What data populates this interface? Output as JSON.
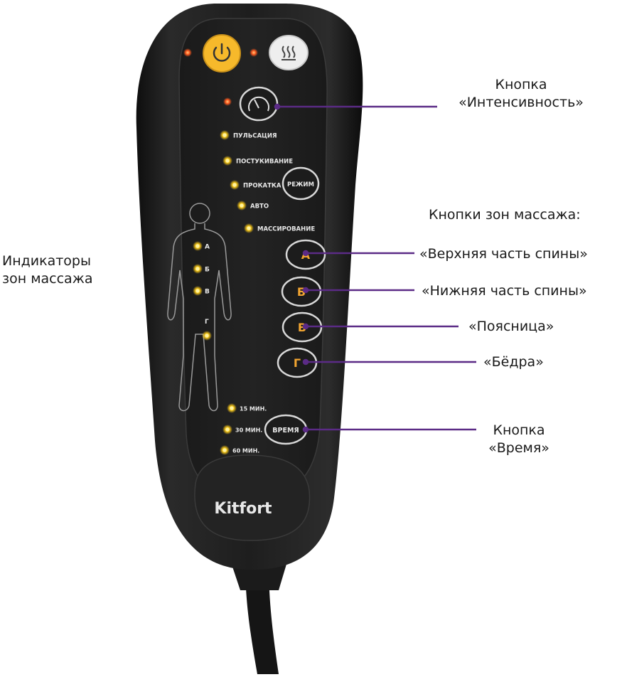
{
  "remote": {
    "brand": "Kitfort",
    "button_labels": {
      "power": "power-icon",
      "heat": "heat-icon",
      "intensity": "gauge-icon",
      "mode": "РЕЖИМ",
      "time": "ВРЕМЯ"
    },
    "mode_indicators": [
      "ПУЛЬСАЦИЯ",
      "ПОСТУКИВАНИЕ",
      "ПРОКАТКА",
      "АВТО",
      "МАССИРОВАНИЕ"
    ],
    "zone_indicators": [
      "А",
      "Б",
      "В",
      "Г"
    ],
    "zone_buttons": [
      "А",
      "Б",
      "В",
      "Г"
    ],
    "time_indicators": [
      "15 МИН.",
      "30 МИН.",
      "60 МИН."
    ],
    "colors": {
      "body": "#1c1c1c",
      "panel": "#2a2a2a",
      "led": "#f5c518",
      "led_red": "#ff5a1f",
      "power_button": "#f6b92b",
      "heat_button": "#f0f0f0",
      "callout_line": "#5b2b86"
    }
  },
  "callouts": {
    "intensity": [
      "Кнопка",
      "«Интенсивность»"
    ],
    "zone_buttons_title": "Кнопки зон массажа:",
    "zone_a": "«Верхняя часть спины»",
    "zone_b": "«Нижняя часть спины»",
    "zone_v": "«Поясница»",
    "zone_g": "«Бёдра»",
    "time": [
      "Кнопка",
      "«Время»"
    ],
    "zone_indicators": [
      "Индикаторы",
      "зон массажа"
    ]
  }
}
